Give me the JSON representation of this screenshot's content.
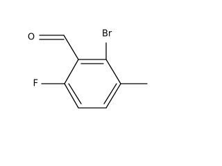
{
  "molecule": {
    "atoms": {
      "oxygen": "O",
      "bromine": "Br",
      "fluorine": "F"
    }
  }
}
